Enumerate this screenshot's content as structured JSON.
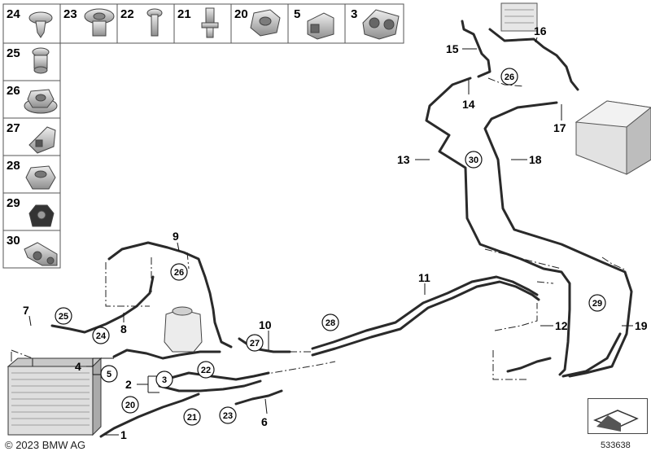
{
  "catalog": {
    "copyright": "© 2023 BMW AG",
    "drawing_id": "533638"
  },
  "parts_table": {
    "top_row": [
      {
        "num": "24",
        "part": "spreading-rivet"
      },
      {
        "num": "23",
        "part": "expanding-nut"
      },
      {
        "num": "22",
        "part": "screw"
      },
      {
        "num": "21",
        "part": "stud-bolt"
      },
      {
        "num": "20",
        "part": "hex-nut"
      },
      {
        "num": "5",
        "part": "holder-bracket"
      },
      {
        "num": "3",
        "part": "double-clip"
      }
    ],
    "left_column": [
      {
        "num": "25",
        "part": "plastic-nut"
      },
      {
        "num": "26",
        "part": "flange-nut"
      },
      {
        "num": "27",
        "part": "line-holder"
      },
      {
        "num": "28",
        "part": "collar-nut"
      },
      {
        "num": "29",
        "part": "clip"
      },
      {
        "num": "30",
        "part": "support"
      }
    ]
  },
  "callouts": {
    "plain": [
      "1",
      "2",
      "4",
      "6",
      "7",
      "8",
      "9",
      "10",
      "11",
      "12",
      "13",
      "14",
      "15",
      "16",
      "17",
      "18",
      "19"
    ],
    "circled": [
      "3",
      "5",
      "20",
      "21",
      "22",
      "23",
      "24",
      "25",
      "26",
      "26",
      "27",
      "28",
      "29",
      "30"
    ]
  },
  "colors": {
    "line": "#2a2a2a",
    "leader": "#111111",
    "part_fill": "#d4d4d4",
    "part_shade": "#9a9a9a"
  }
}
